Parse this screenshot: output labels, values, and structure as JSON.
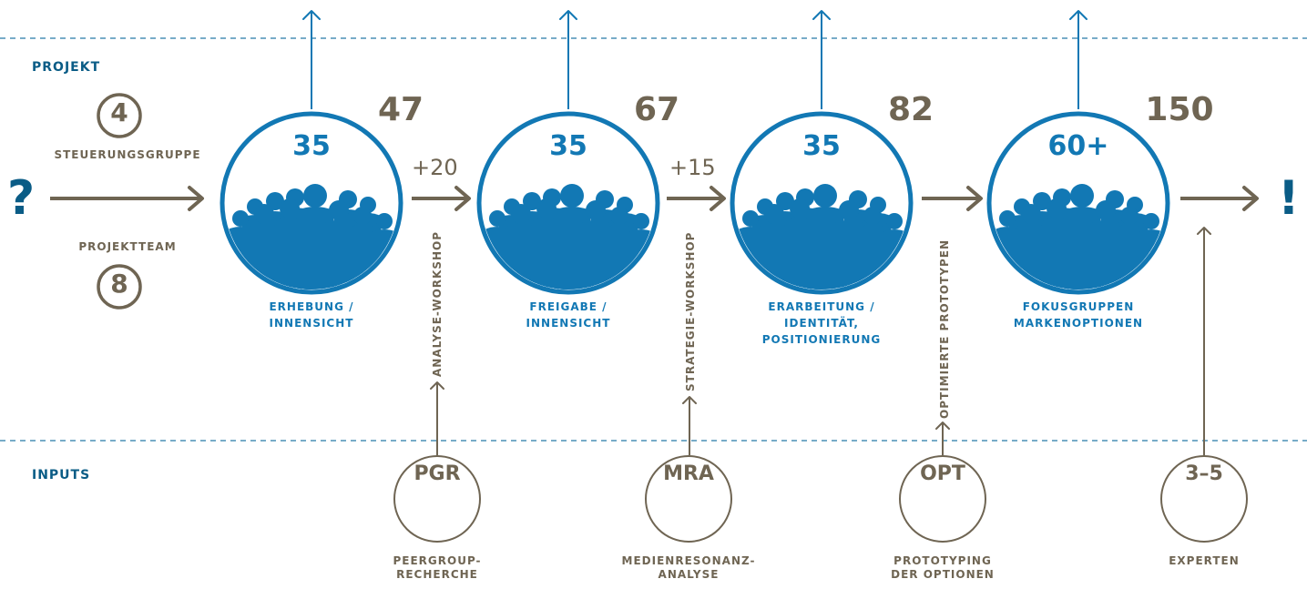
{
  "sections": {
    "projekt": "PROJEKT",
    "inputs": "INPUTS"
  },
  "start": {
    "symbol": "?",
    "steuerungsgruppe_count": "4",
    "steuerungsgruppe_label": "STEUERUNGSGRUPPE",
    "projektteam_count": "8",
    "projektteam_label": "PROJEKTTEAM"
  },
  "end": {
    "symbol": "!"
  },
  "stages": [
    {
      "circle_value": "35",
      "total": "47",
      "label_line1": "ERHEBUNG /",
      "label_line2": "INNENSICHT",
      "label_line3": ""
    },
    {
      "circle_value": "35",
      "total": "67",
      "label_line1": "FREIGABE /",
      "label_line2": "INNENSICHT",
      "label_line3": ""
    },
    {
      "circle_value": "35",
      "total": "82",
      "label_line1": "ERARBEITUNG /",
      "label_line2": "IDENTITÄT,",
      "label_line3": "POSITIONIERUNG"
    },
    {
      "circle_value": "60+",
      "total": "150",
      "label_line1": "FOKUSGRUPPEN",
      "label_line2": "MARKENOPTIONEN",
      "label_line3": ""
    }
  ],
  "transitions": [
    {
      "increment": "+20",
      "vertical_label": "ANALYSE-WORKSHOP"
    },
    {
      "increment": "+15",
      "vertical_label": "STRATEGIE-WORKSHOP"
    },
    {
      "increment": "",
      "vertical_label": "OPTIMIERTE PROTOTYPEN"
    }
  ],
  "inputs": [
    {
      "abbr": "PGR",
      "line1": "PEERGROUP-",
      "line2": "RECHERCHE"
    },
    {
      "abbr": "MRA",
      "line1": "MEDIENRESONANZ-",
      "line2": "ANALYSE"
    },
    {
      "abbr": "OPT",
      "line1": "PROTOTYPING",
      "line2": "DER OPTIONEN"
    },
    {
      "abbr": "3–5",
      "line1": "EXPERTEN",
      "line2": ""
    }
  ],
  "colors": {
    "blue": "#1278b4",
    "dark_blue": "#0a5c86",
    "olive": "#6f6553",
    "dashed": "#4a8fb5"
  },
  "icons": {
    "people": "people-silhouette-icon",
    "arrow": "arrow-icon"
  }
}
